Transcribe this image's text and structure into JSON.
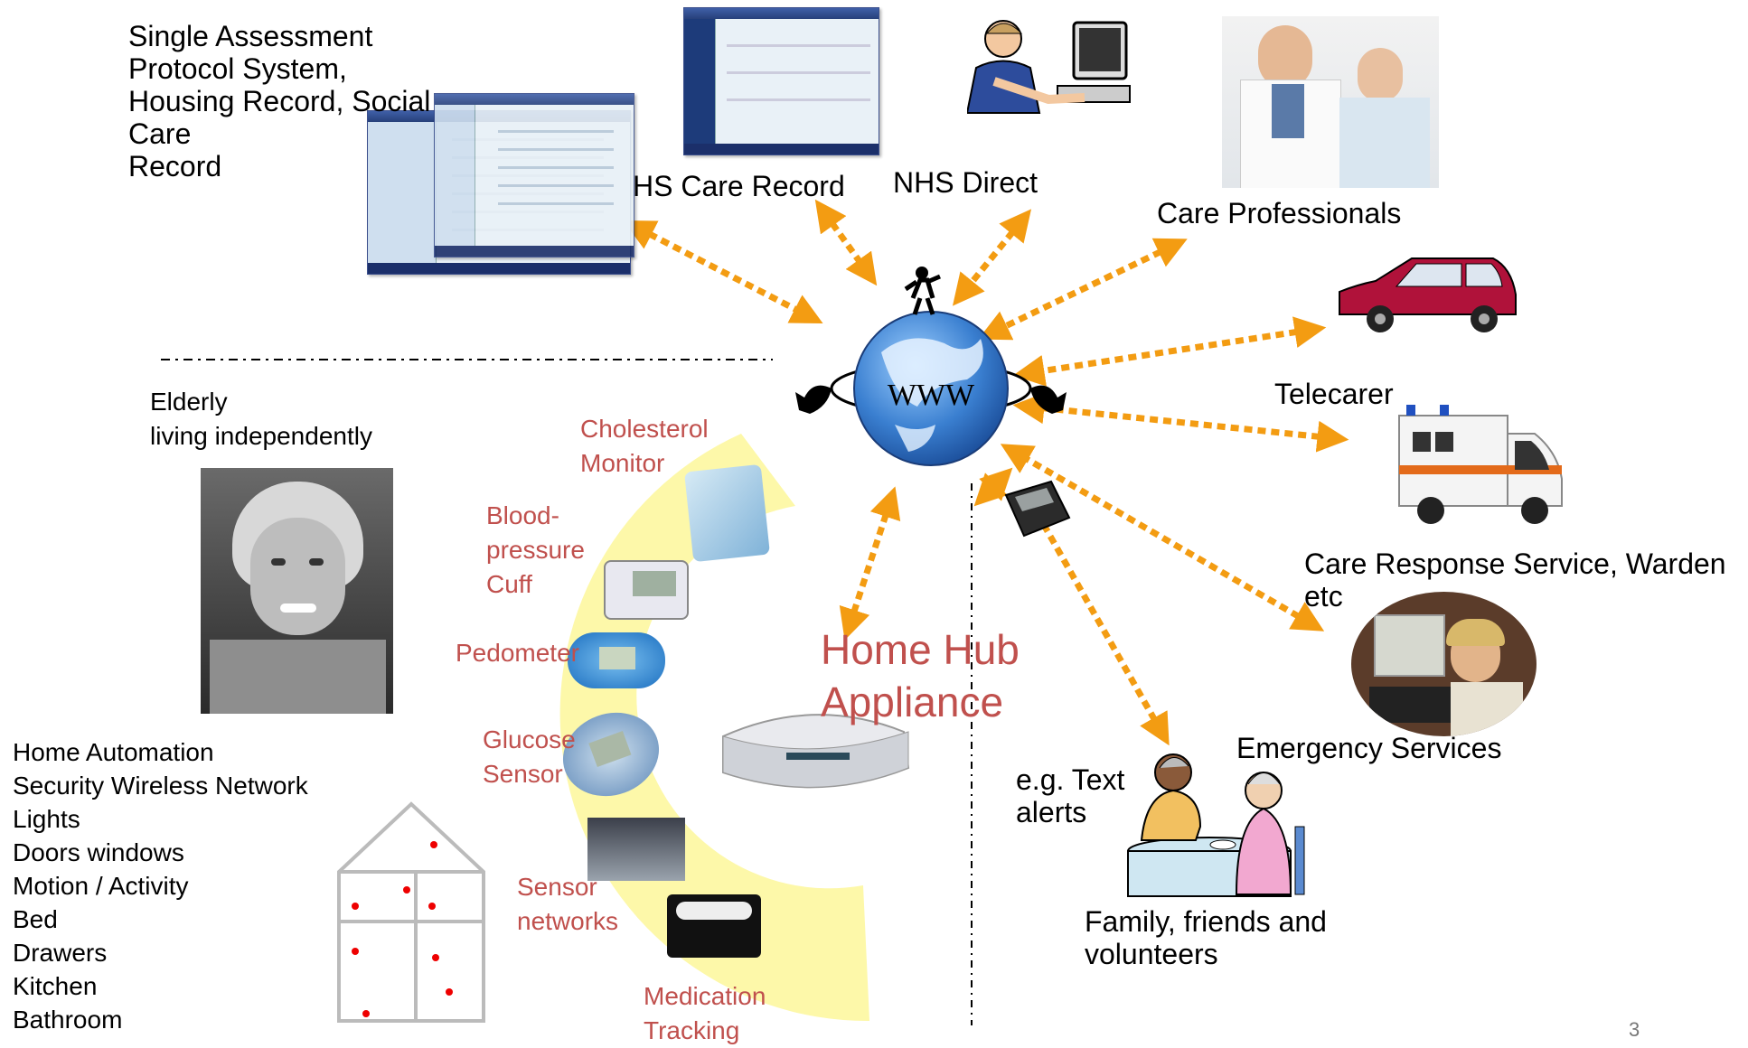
{
  "labels": {
    "single_assessment": "Single Assessment\nProtocol System,\nHousing Record, Social\nCare\nRecord",
    "hs_care_record": "HS Care Record",
    "nhs_direct": "NHS Direct",
    "care_professionals": "Care Professionals",
    "telecarer": "Telecarer",
    "care_response": "Care Response Service, Warden\netc",
    "emergency_services": "Emergency Services",
    "text_alerts": "e.g. Text\nalerts",
    "family": "Family, friends and\nvolunteers",
    "elderly": "Elderly\nliving independently",
    "home_automation": "Home Automation\nSecurity Wireless Network\nLights\nDoors windows\nMotion / Activity\nBed\nDrawers\nKitchen\nBathroom",
    "cholesterol": "Cholesterol\nMonitor",
    "blood_pressure": "Blood-\npressure\nCuff",
    "pedometer": "Pedometer",
    "glucose": "Glucose\nSensor",
    "sensor_networks": "Sensor\nnetworks",
    "medication": "Medication\nTracking",
    "home_hub": "Home Hub\nAppliance",
    "globe_text": "WWW",
    "page_number": "3"
  },
  "colors": {
    "arrow": "#f39c12",
    "red_text": "#c0504d",
    "yellow_arc": "#fdf7a0",
    "globe": "#3a7fd0"
  },
  "icons": [
    "screenshot-icon",
    "call-center-operator-icon",
    "doctors-photo-icon",
    "car-icon",
    "ambulance-icon",
    "operator-photo-icon",
    "family-tea-icon",
    "globe-icon",
    "pager-icon",
    "router-icon",
    "house-icon",
    "elderly-woman-photo-icon"
  ]
}
